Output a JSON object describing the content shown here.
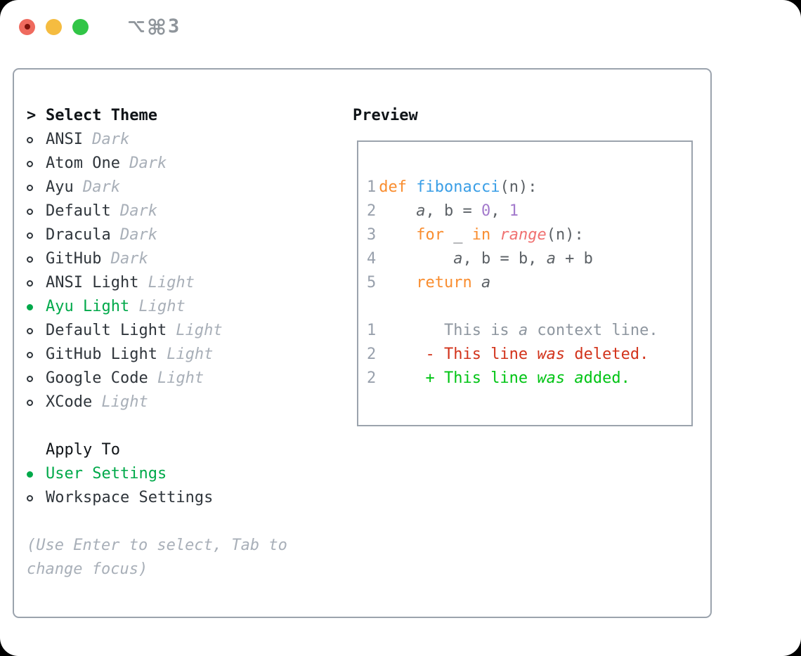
{
  "window": {
    "title": "⌥⌘3",
    "title_digit": "3"
  },
  "theme_picker": {
    "header": "Select Theme",
    "cursor": ">",
    "items": [
      {
        "label": "ANSI",
        "variant": "Dark",
        "selected": false
      },
      {
        "label": "Atom One",
        "variant": "Dark",
        "selected": false
      },
      {
        "label": "Ayu",
        "variant": "Dark",
        "selected": false
      },
      {
        "label": "Default",
        "variant": "Dark",
        "selected": false
      },
      {
        "label": "Dracula",
        "variant": "Dark",
        "selected": false
      },
      {
        "label": "GitHub",
        "variant": "Dark",
        "selected": false
      },
      {
        "label": "ANSI Light",
        "variant": "Light",
        "selected": false
      },
      {
        "label": "Ayu Light",
        "variant": "Light",
        "selected": true
      },
      {
        "label": "Default Light",
        "variant": "Light",
        "selected": false
      },
      {
        "label": "GitHub Light",
        "variant": "Light",
        "selected": false
      },
      {
        "label": "Google Code",
        "variant": "Light",
        "selected": false
      },
      {
        "label": "XCode",
        "variant": "Light",
        "selected": false
      }
    ],
    "apply_to": {
      "header": "Apply To",
      "options": [
        {
          "label": "User Settings",
          "selected": true
        },
        {
          "label": "Workspace Settings",
          "selected": false
        }
      ]
    },
    "help_lines": [
      "(Use Enter to select, Tab to",
      "change focus)"
    ]
  },
  "preview": {
    "header": "Preview",
    "lines": [
      {
        "num": "1",
        "segs": [
          {
            "t": "def ",
            "c": "kw"
          },
          {
            "t": "fibonacci",
            "c": "fn"
          },
          {
            "t": "(n):",
            "c": "pl"
          }
        ]
      },
      {
        "num": "2",
        "segs": [
          {
            "t": "    ",
            "c": "pl"
          },
          {
            "t": "a",
            "c": "pli"
          },
          {
            "t": ", b = ",
            "c": "pl"
          },
          {
            "t": "0",
            "c": "nm"
          },
          {
            "t": ", ",
            "c": "pl"
          },
          {
            "t": "1",
            "c": "nm"
          }
        ]
      },
      {
        "num": "3",
        "segs": [
          {
            "t": "    ",
            "c": "pl"
          },
          {
            "t": "for",
            "c": "kw"
          },
          {
            "t": " _ ",
            "c": "pl"
          },
          {
            "t": "in",
            "c": "kw"
          },
          {
            "t": " ",
            "c": "pl"
          },
          {
            "t": "range",
            "c": "rng"
          },
          {
            "t": "(n):",
            "c": "pl"
          }
        ]
      },
      {
        "num": "4",
        "segs": [
          {
            "t": "        ",
            "c": "pl"
          },
          {
            "t": "a",
            "c": "pli"
          },
          {
            "t": ", b = b, ",
            "c": "pl"
          },
          {
            "t": "a",
            "c": "pli"
          },
          {
            "t": " + b",
            "c": "pl"
          }
        ]
      },
      {
        "num": "5",
        "segs": [
          {
            "t": "    ",
            "c": "pl"
          },
          {
            "t": "return",
            "c": "kw"
          },
          {
            "t": " ",
            "c": "pl"
          },
          {
            "t": "a",
            "c": "pli"
          }
        ]
      },
      {
        "num": "",
        "segs": []
      },
      {
        "num": "1",
        "segs": [
          {
            "t": "       This is ",
            "c": "ctx"
          },
          {
            "t": "a",
            "c": "ctxi"
          },
          {
            "t": " context line.",
            "c": "ctx"
          }
        ]
      },
      {
        "num": "2",
        "segs": [
          {
            "t": "     - This line ",
            "c": "del"
          },
          {
            "t": "was",
            "c": "deli"
          },
          {
            "t": " deleted.",
            "c": "del"
          }
        ]
      },
      {
        "num": "2",
        "segs": [
          {
            "t": "     + This line ",
            "c": "add"
          },
          {
            "t": "was",
            "c": "addi"
          },
          {
            "t": " ",
            "c": "add"
          },
          {
            "t": "a",
            "c": "addi"
          },
          {
            "t": "dded.",
            "c": "add"
          }
        ]
      }
    ]
  },
  "colors": {
    "kw": "#f98d2f",
    "fn": "#399ee6",
    "nm": "#a37acc",
    "rng": "#f07171",
    "code": "#5c6166",
    "ln": "#98a0ac",
    "ctx": "#8e969f",
    "del": "#d2331b",
    "add": "#00c414",
    "green": "#00a94a",
    "text": "#2f353b",
    "heading": "#101418",
    "variant": "#a8afb8",
    "help": "#a8afb8",
    "border": "#9ba3ad",
    "boxborder": "#9ba3ad",
    "titlebar_text": "#8f959b",
    "light_red": "#ef6a5e",
    "light_red_dot": "#7e120b",
    "light_yellow": "#f5bc40",
    "light_green": "#31c546"
  }
}
